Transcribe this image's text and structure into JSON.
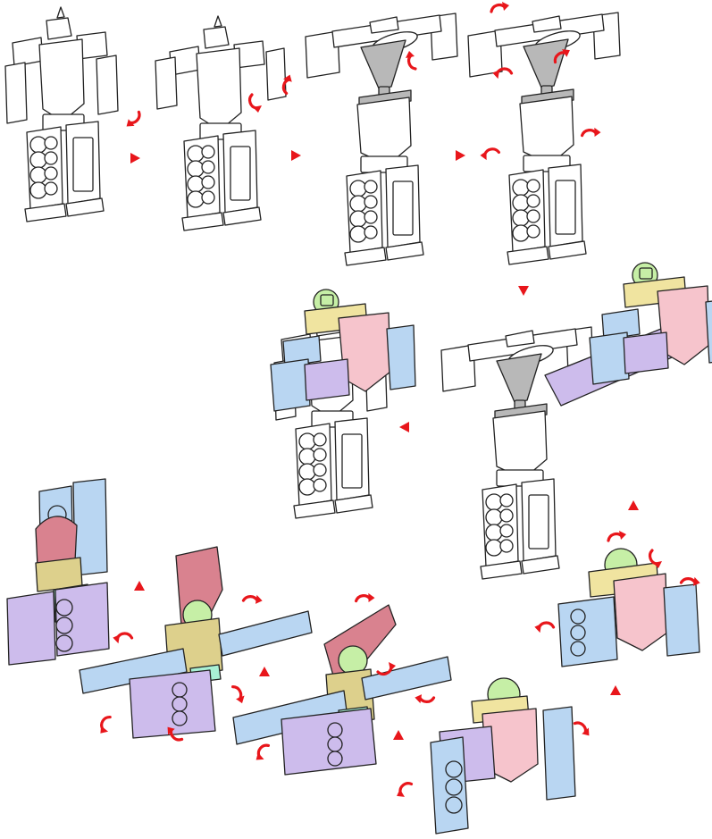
{
  "colors": {
    "arrow": "#e8161b",
    "outline": "#222222",
    "white_part": "#ffffff",
    "grey_part": "#b8b8b8",
    "blue_part": "#b9d6f2",
    "purple_part": "#cdbcec",
    "pink_part": "#f6c4cc",
    "yellow_part": "#f0e4a0",
    "green_part": "#c6efa6",
    "maroon_part": "#d9828f",
    "mint_part": "#a8f0d4",
    "olive_part": "#ddd08c"
  },
  "icons": {
    "step_arrow": "triangle",
    "rotate_arrow": "curved-arrow"
  },
  "steps": [
    {
      "id": 1,
      "form": "robot"
    },
    {
      "id": 2,
      "form": "robot"
    },
    {
      "id": 3,
      "form": "robot"
    },
    {
      "id": 4,
      "form": "robot"
    },
    {
      "id": 5,
      "form": "robot"
    },
    {
      "id": 6,
      "form": "robot"
    },
    {
      "id": 7,
      "form": "core"
    },
    {
      "id": 8,
      "form": "core"
    },
    {
      "id": 9,
      "form": "vehicle"
    },
    {
      "id": 10,
      "form": "vehicle"
    },
    {
      "id": 11,
      "form": "vehicle"
    }
  ]
}
